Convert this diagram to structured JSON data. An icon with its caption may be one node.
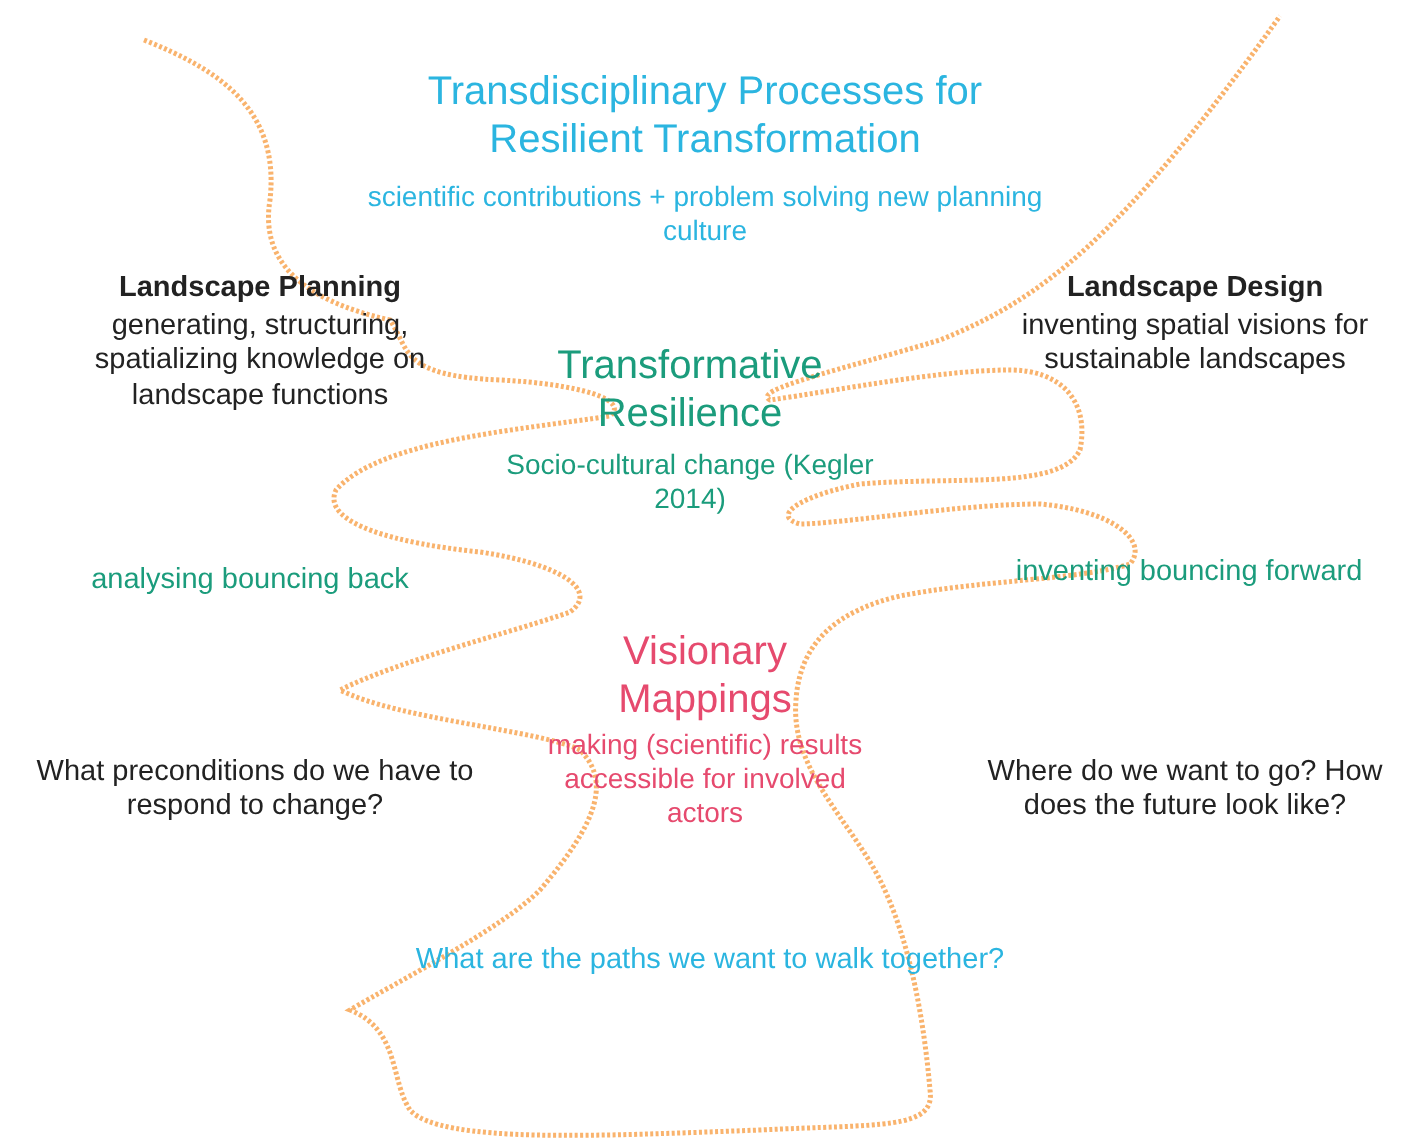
{
  "diagram": {
    "labels": [
      "Transdisciplinary Processes for Resilient Transformation",
      "scientific contributions + problem solving new planning culture",
      "Landscape Planning",
      "generating, structuring, spatializing knowledge on landscape functions",
      "Landscape Design",
      "inventing spatial visions for sustainable landscapes",
      "Transformative Resilience",
      "Socio-cultural change (Kegler 2014)",
      "analysing bouncing back",
      "inventing bouncing forward",
      "Visionary Mappings",
      "making (scientific) results accessible for involved actors",
      "What preconditions do we have to respond to change?",
      "Where do we want to go? How does the future look like?",
      "What are the paths we want to walk together?"
    ]
  }
}
